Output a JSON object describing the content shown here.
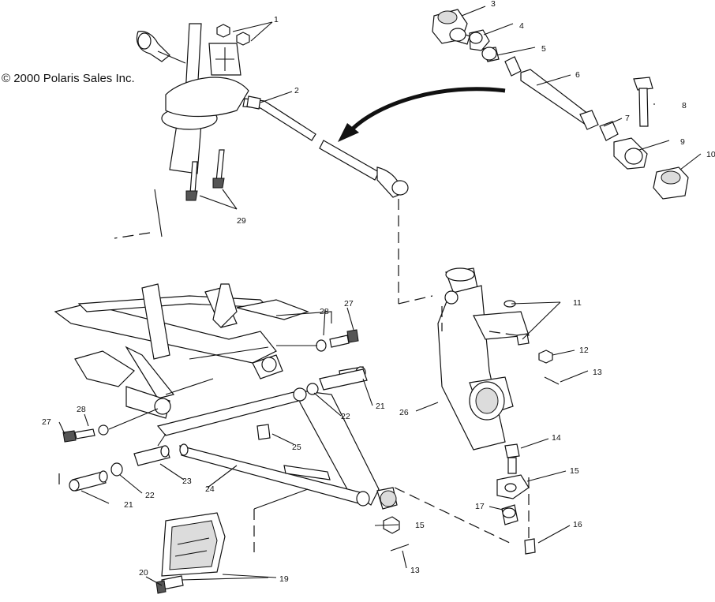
{
  "copyright": "© 2000 Polaris Sales Inc.",
  "callouts": [
    "1",
    "2",
    "3",
    "4",
    "5",
    "6",
    "7",
    "8",
    "9",
    "10",
    "11",
    "12",
    "13",
    "14",
    "15",
    "15",
    "16",
    "13",
    "17",
    "19",
    "20",
    "21",
    "21",
    "22",
    "22",
    "23",
    "24",
    "25",
    "26",
    "27",
    "27",
    "28",
    "28",
    "29"
  ]
}
